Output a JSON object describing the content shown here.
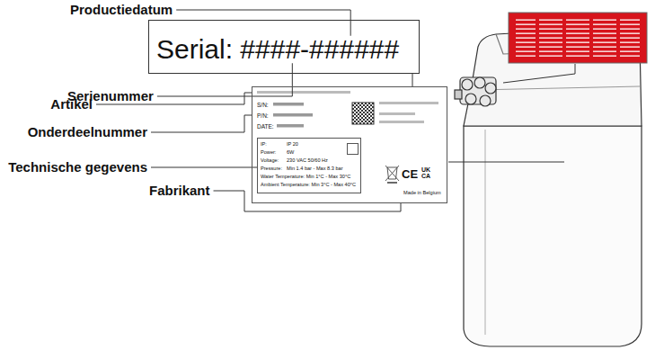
{
  "diagram": {
    "nodes": [
      {
        "text": [
          "Serial: ####-######"
        ]
      },
      {
        "text": [
          "S/N:",
          "P/N:",
          "DATE:",
          "Made in Belgium",
          "CE",
          "UK CA"
        ]
      },
      {
        "text": [
          "IP:",
          "IP 20",
          "Power:",
          "6W",
          "Voltage:",
          "230 VAC 50/60 Hz",
          "Pressure:",
          "Min 1.4 bar - Max 8.3 bar",
          "Water Temperature: Min 1°C - Max 30°C",
          "Ambient Temperature: Min 3°C - Max 40°C"
        ],
        "in": 1
      }
    ],
    "edges": [
      {
        "from": 0,
        "to": 1,
        "arrow": "none"
      }
    ],
    "labels": [
      "Productiedatum",
      "Serienummer",
      "Artikel",
      "Onderdeelnummer",
      "Technische gegevens",
      "Fabrikant"
    ]
  }
}
